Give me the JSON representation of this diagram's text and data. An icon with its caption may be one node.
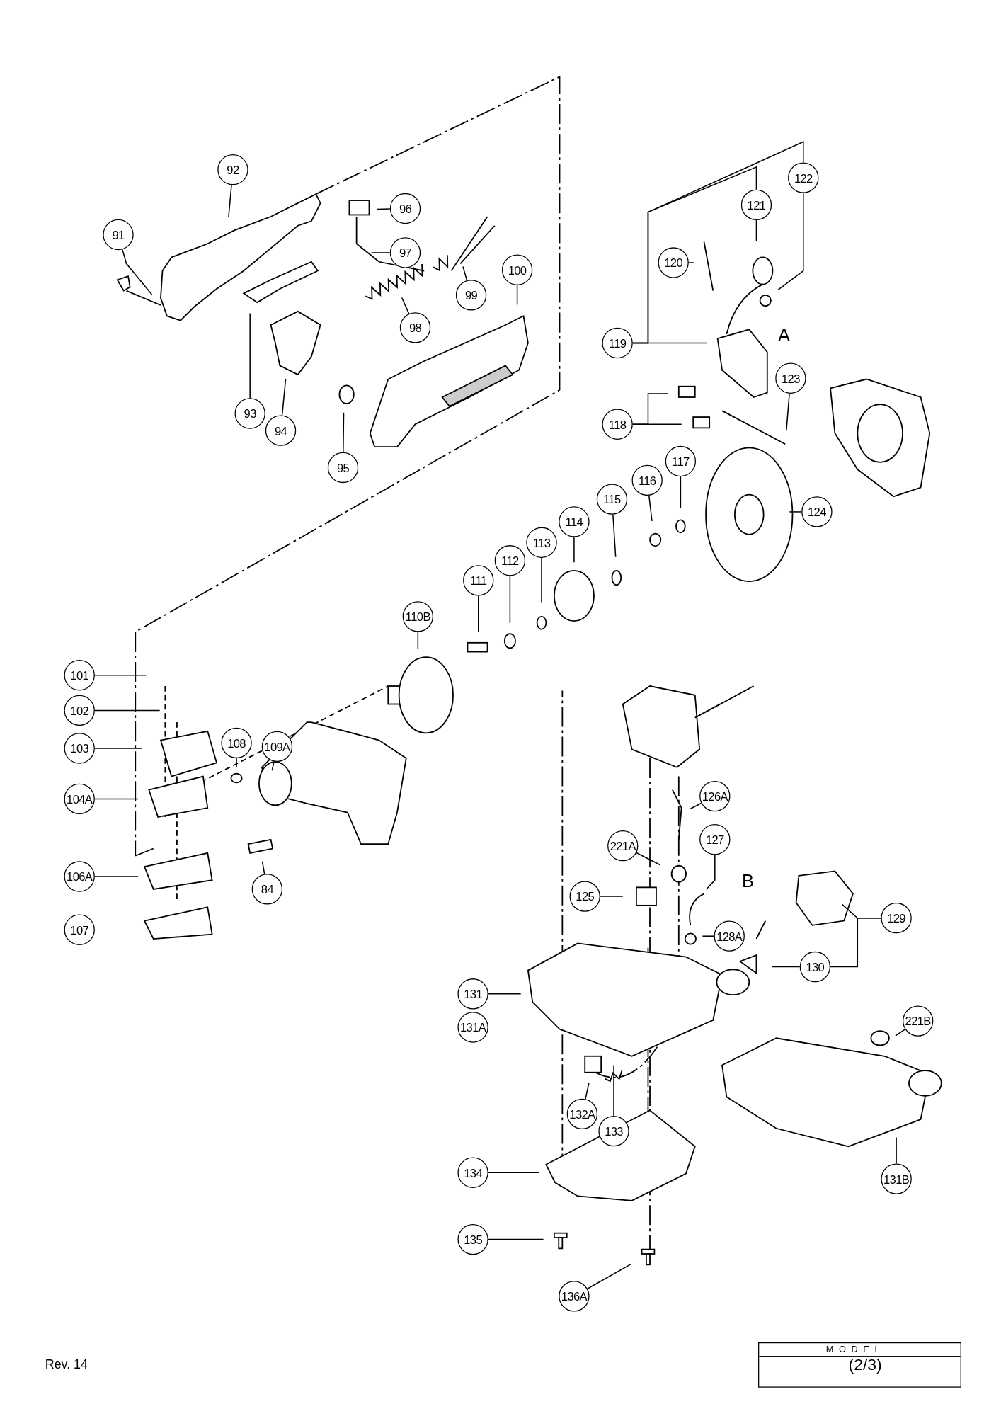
{
  "diagram": {
    "nodes": [
      {
        "text": [
          "92"
        ]
      },
      {
        "text": [
          "91"
        ]
      },
      {
        "text": [
          "96"
        ]
      },
      {
        "text": [
          "97"
        ]
      },
      {
        "text": [
          "100"
        ]
      },
      {
        "text": [
          "99"
        ]
      },
      {
        "text": [
          "98"
        ]
      },
      {
        "text": [
          "93"
        ]
      },
      {
        "text": [
          "94"
        ]
      },
      {
        "text": [
          "95"
        ]
      },
      {
        "text": [
          "122"
        ]
      },
      {
        "text": [
          "121"
        ]
      },
      {
        "text": [
          "120"
        ]
      },
      {
        "text": [
          "119"
        ]
      },
      {
        "text": [
          "123"
        ]
      },
      {
        "text": [
          "118"
        ]
      },
      {
        "text": [
          "117"
        ]
      },
      {
        "text": [
          "116"
        ]
      },
      {
        "text": [
          "124"
        ]
      },
      {
        "text": [
          "115"
        ]
      },
      {
        "text": [
          "114"
        ]
      },
      {
        "text": [
          "113"
        ]
      },
      {
        "text": [
          "112"
        ]
      },
      {
        "text": [
          "111"
        ]
      },
      {
        "text": [
          "110B"
        ]
      },
      {
        "text": [
          "101"
        ]
      },
      {
        "text": [
          "102"
        ]
      },
      {
        "text": [
          "109A"
        ]
      },
      {
        "text": [
          "108"
        ]
      },
      {
        "text": [
          "103"
        ]
      },
      {
        "text": [
          "104A"
        ]
      },
      {
        "text": [
          "126A"
        ]
      },
      {
        "text": [
          "127"
        ]
      },
      {
        "text": [
          "221A"
        ]
      },
      {
        "text": [
          "106A"
        ]
      },
      {
        "text": [
          "84"
        ]
      },
      {
        "text": [
          "125"
        ]
      },
      {
        "text": [
          "129"
        ]
      },
      {
        "text": [
          "128A"
        ]
      },
      {
        "text": [
          "107"
        ]
      },
      {
        "text": [
          "130"
        ]
      },
      {
        "text": [
          "131"
        ]
      },
      {
        "text": [
          "131A"
        ]
      },
      {
        "text": [
          "221B"
        ]
      },
      {
        "text": [
          "132A"
        ]
      },
      {
        "text": [
          "133"
        ]
      },
      {
        "text": [
          "134"
        ]
      },
      {
        "text": [
          "131B"
        ]
      },
      {
        "text": [
          "135"
        ]
      },
      {
        "text": [
          "136A"
        ]
      }
    ],
    "edges": [
      {
        "from": 0,
        "to": null,
        "arrow": "none"
      },
      {
        "from": 1,
        "to": null,
        "arrow": "none"
      },
      {
        "from": 2,
        "to": null,
        "arrow": "none"
      },
      {
        "from": 3,
        "to": null,
        "arrow": "none"
      },
      {
        "from": 4,
        "to": null,
        "arrow": "none"
      },
      {
        "from": 5,
        "to": null,
        "arrow": "none"
      },
      {
        "from": 6,
        "to": null,
        "arrow": "none"
      },
      {
        "from": 7,
        "to": null,
        "arrow": "none"
      },
      {
        "from": 8,
        "to": null,
        "arrow": "none"
      },
      {
        "from": 9,
        "to": null,
        "arrow": "none"
      },
      {
        "from": 10,
        "to": null,
        "arrow": "none"
      },
      {
        "from": 11,
        "to": null,
        "arrow": "none"
      },
      {
        "from": 12,
        "to": null,
        "arrow": "none"
      },
      {
        "from": 13,
        "to": null,
        "arrow": "none"
      },
      {
        "from": 13,
        "to": 11,
        "arrow": "none"
      },
      {
        "from": 13,
        "to": 10,
        "arrow": "none"
      },
      {
        "from": 14,
        "to": null,
        "arrow": "none"
      },
      {
        "from": 15,
        "to": null,
        "arrow": "none"
      },
      {
        "from": 15,
        "to": null,
        "arrow": "none"
      },
      {
        "from": 16,
        "to": null,
        "arrow": "none"
      },
      {
        "from": 17,
        "to": null,
        "arrow": "none"
      },
      {
        "from": 18,
        "to": null,
        "arrow": "none"
      },
      {
        "from": 19,
        "to": null,
        "arrow": "none"
      },
      {
        "from": 20,
        "to": null,
        "arrow": "none"
      },
      {
        "from": 21,
        "to": null,
        "arrow": "none"
      },
      {
        "from": 22,
        "to": null,
        "arrow": "none"
      },
      {
        "from": 23,
        "to": null,
        "arrow": "none"
      },
      {
        "from": 24,
        "to": null,
        "arrow": "none"
      },
      {
        "from": 25,
        "to": null,
        "arrow": "none"
      },
      {
        "from": 26,
        "to": null,
        "arrow": "none"
      },
      {
        "from": 27,
        "to": null,
        "arrow": "none"
      },
      {
        "from": 28,
        "to": null,
        "arrow": "none"
      },
      {
        "from": 29,
        "to": null,
        "arrow": "none"
      },
      {
        "from": 30,
        "to": null,
        "arrow": "none"
      },
      {
        "from": 31,
        "to": null,
        "arrow": "none"
      },
      {
        "from": 32,
        "to": null,
        "arrow": "none"
      },
      {
        "from": 33,
        "to": null,
        "arrow": "none"
      },
      {
        "from": 34,
        "to": null,
        "arrow": "none"
      },
      {
        "from": 35,
        "to": null,
        "arrow": "none"
      },
      {
        "from": 36,
        "to": null,
        "arrow": "none"
      },
      {
        "from": 37,
        "to": null,
        "arrow": "none"
      },
      {
        "from": 37,
        "to": 40,
        "arrow": "none"
      },
      {
        "from": 38,
        "to": null,
        "arrow": "none"
      },
      {
        "from": 40,
        "to": null,
        "arrow": "none"
      },
      {
        "from": 41,
        "to": null,
        "arrow": "none"
      },
      {
        "from": 43,
        "to": null,
        "arrow": "none"
      },
      {
        "from": 44,
        "to": null,
        "arrow": "none"
      },
      {
        "from": 45,
        "to": null,
        "arrow": "none"
      },
      {
        "from": 46,
        "to": null,
        "arrow": "none"
      },
      {
        "from": 47,
        "to": null,
        "arrow": "none"
      },
      {
        "from": 48,
        "to": null,
        "arrow": "none"
      },
      {
        "from": 49,
        "to": null,
        "arrow": "none"
      }
    ],
    "labels": [
      "A",
      "B",
      "Rev. 14",
      "MODEL",
      "(2/3)"
    ]
  }
}
